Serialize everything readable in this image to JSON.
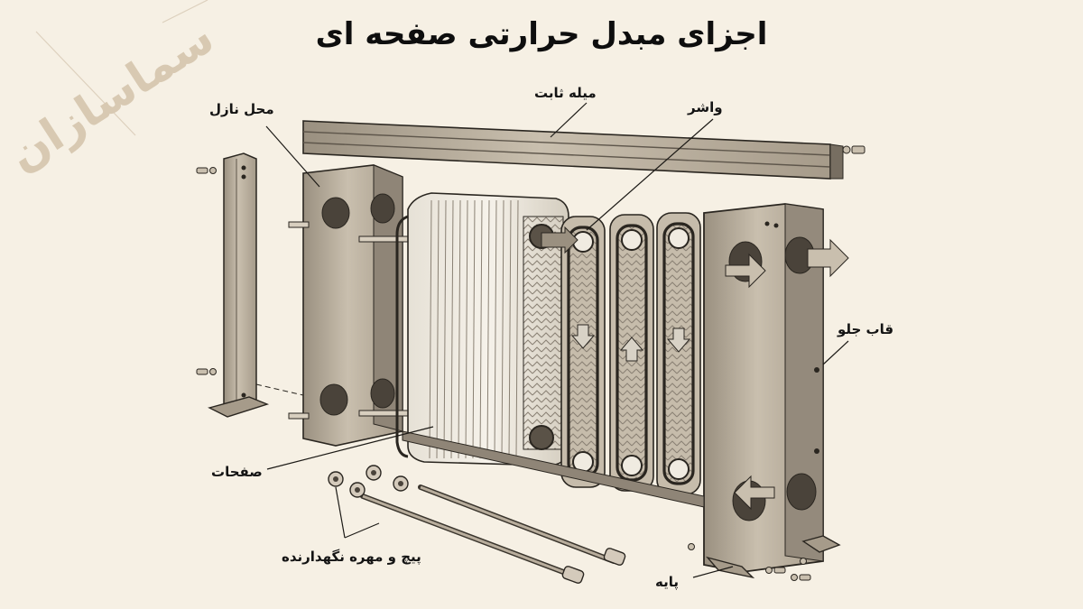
{
  "title": "اجزای مبدل حرارتی صفحه ای",
  "brand": "سماسازان",
  "labels": {
    "nozzle": "محل نازل",
    "fixed_rod": "میله ثابت",
    "gasket": "واشر",
    "front_frame": "قاب جلو",
    "plates": "صفحات",
    "bolts_nuts": "پیچ و مهره نگهدارنده",
    "stand": "پایه"
  },
  "colors": {
    "background": "#f6f0e4",
    "metal": "#bcb2a2",
    "metal_dark": "#857c6f",
    "line": "#2a2620",
    "text": "#141414"
  }
}
